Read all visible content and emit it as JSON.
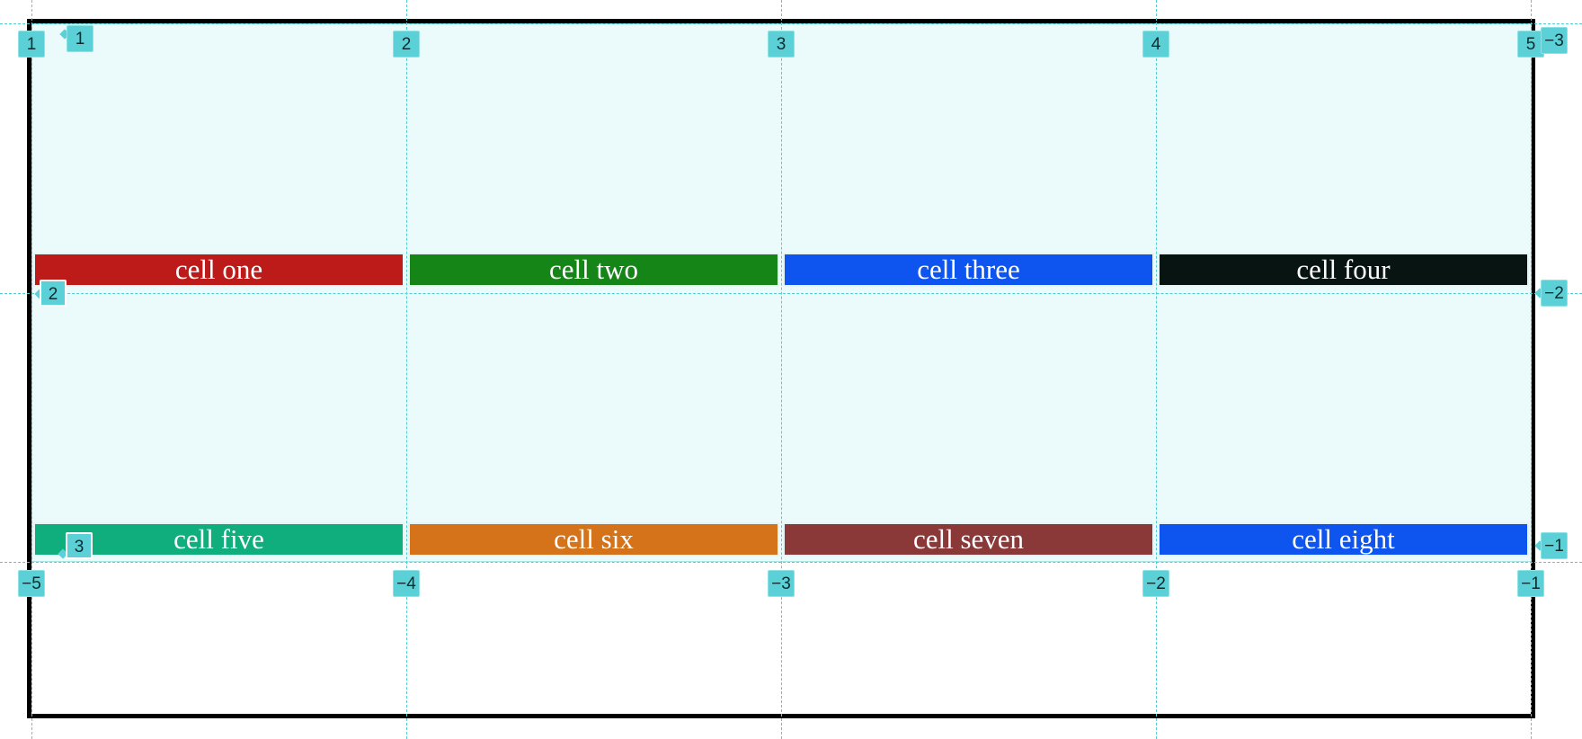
{
  "grid": {
    "cells": [
      {
        "label": "cell one",
        "color": "#bd1b19"
      },
      {
        "label": "cell two",
        "color": "#168518"
      },
      {
        "label": "cell three",
        "color": "#0d55ee"
      },
      {
        "label": "cell four",
        "color": "#081412"
      },
      {
        "label": "cell five",
        "color": "#10ae7d"
      },
      {
        "label": "cell six",
        "color": "#d5731a"
      },
      {
        "label": "cell seven",
        "color": "#8a3838"
      },
      {
        "label": "cell eight",
        "color": "#0d55ee"
      }
    ]
  },
  "overlay": {
    "line_color": "#4fcfd4",
    "badge_color": "#5bd0d6",
    "column_positive": [
      "1",
      "2",
      "3",
      "4",
      "5"
    ],
    "column_negative": [
      "−5",
      "−4",
      "−3",
      "−2",
      "−1"
    ],
    "row_positive": [
      "1",
      "2",
      "3"
    ],
    "row_negative": [
      "−3",
      "−2",
      "−1"
    ]
  }
}
